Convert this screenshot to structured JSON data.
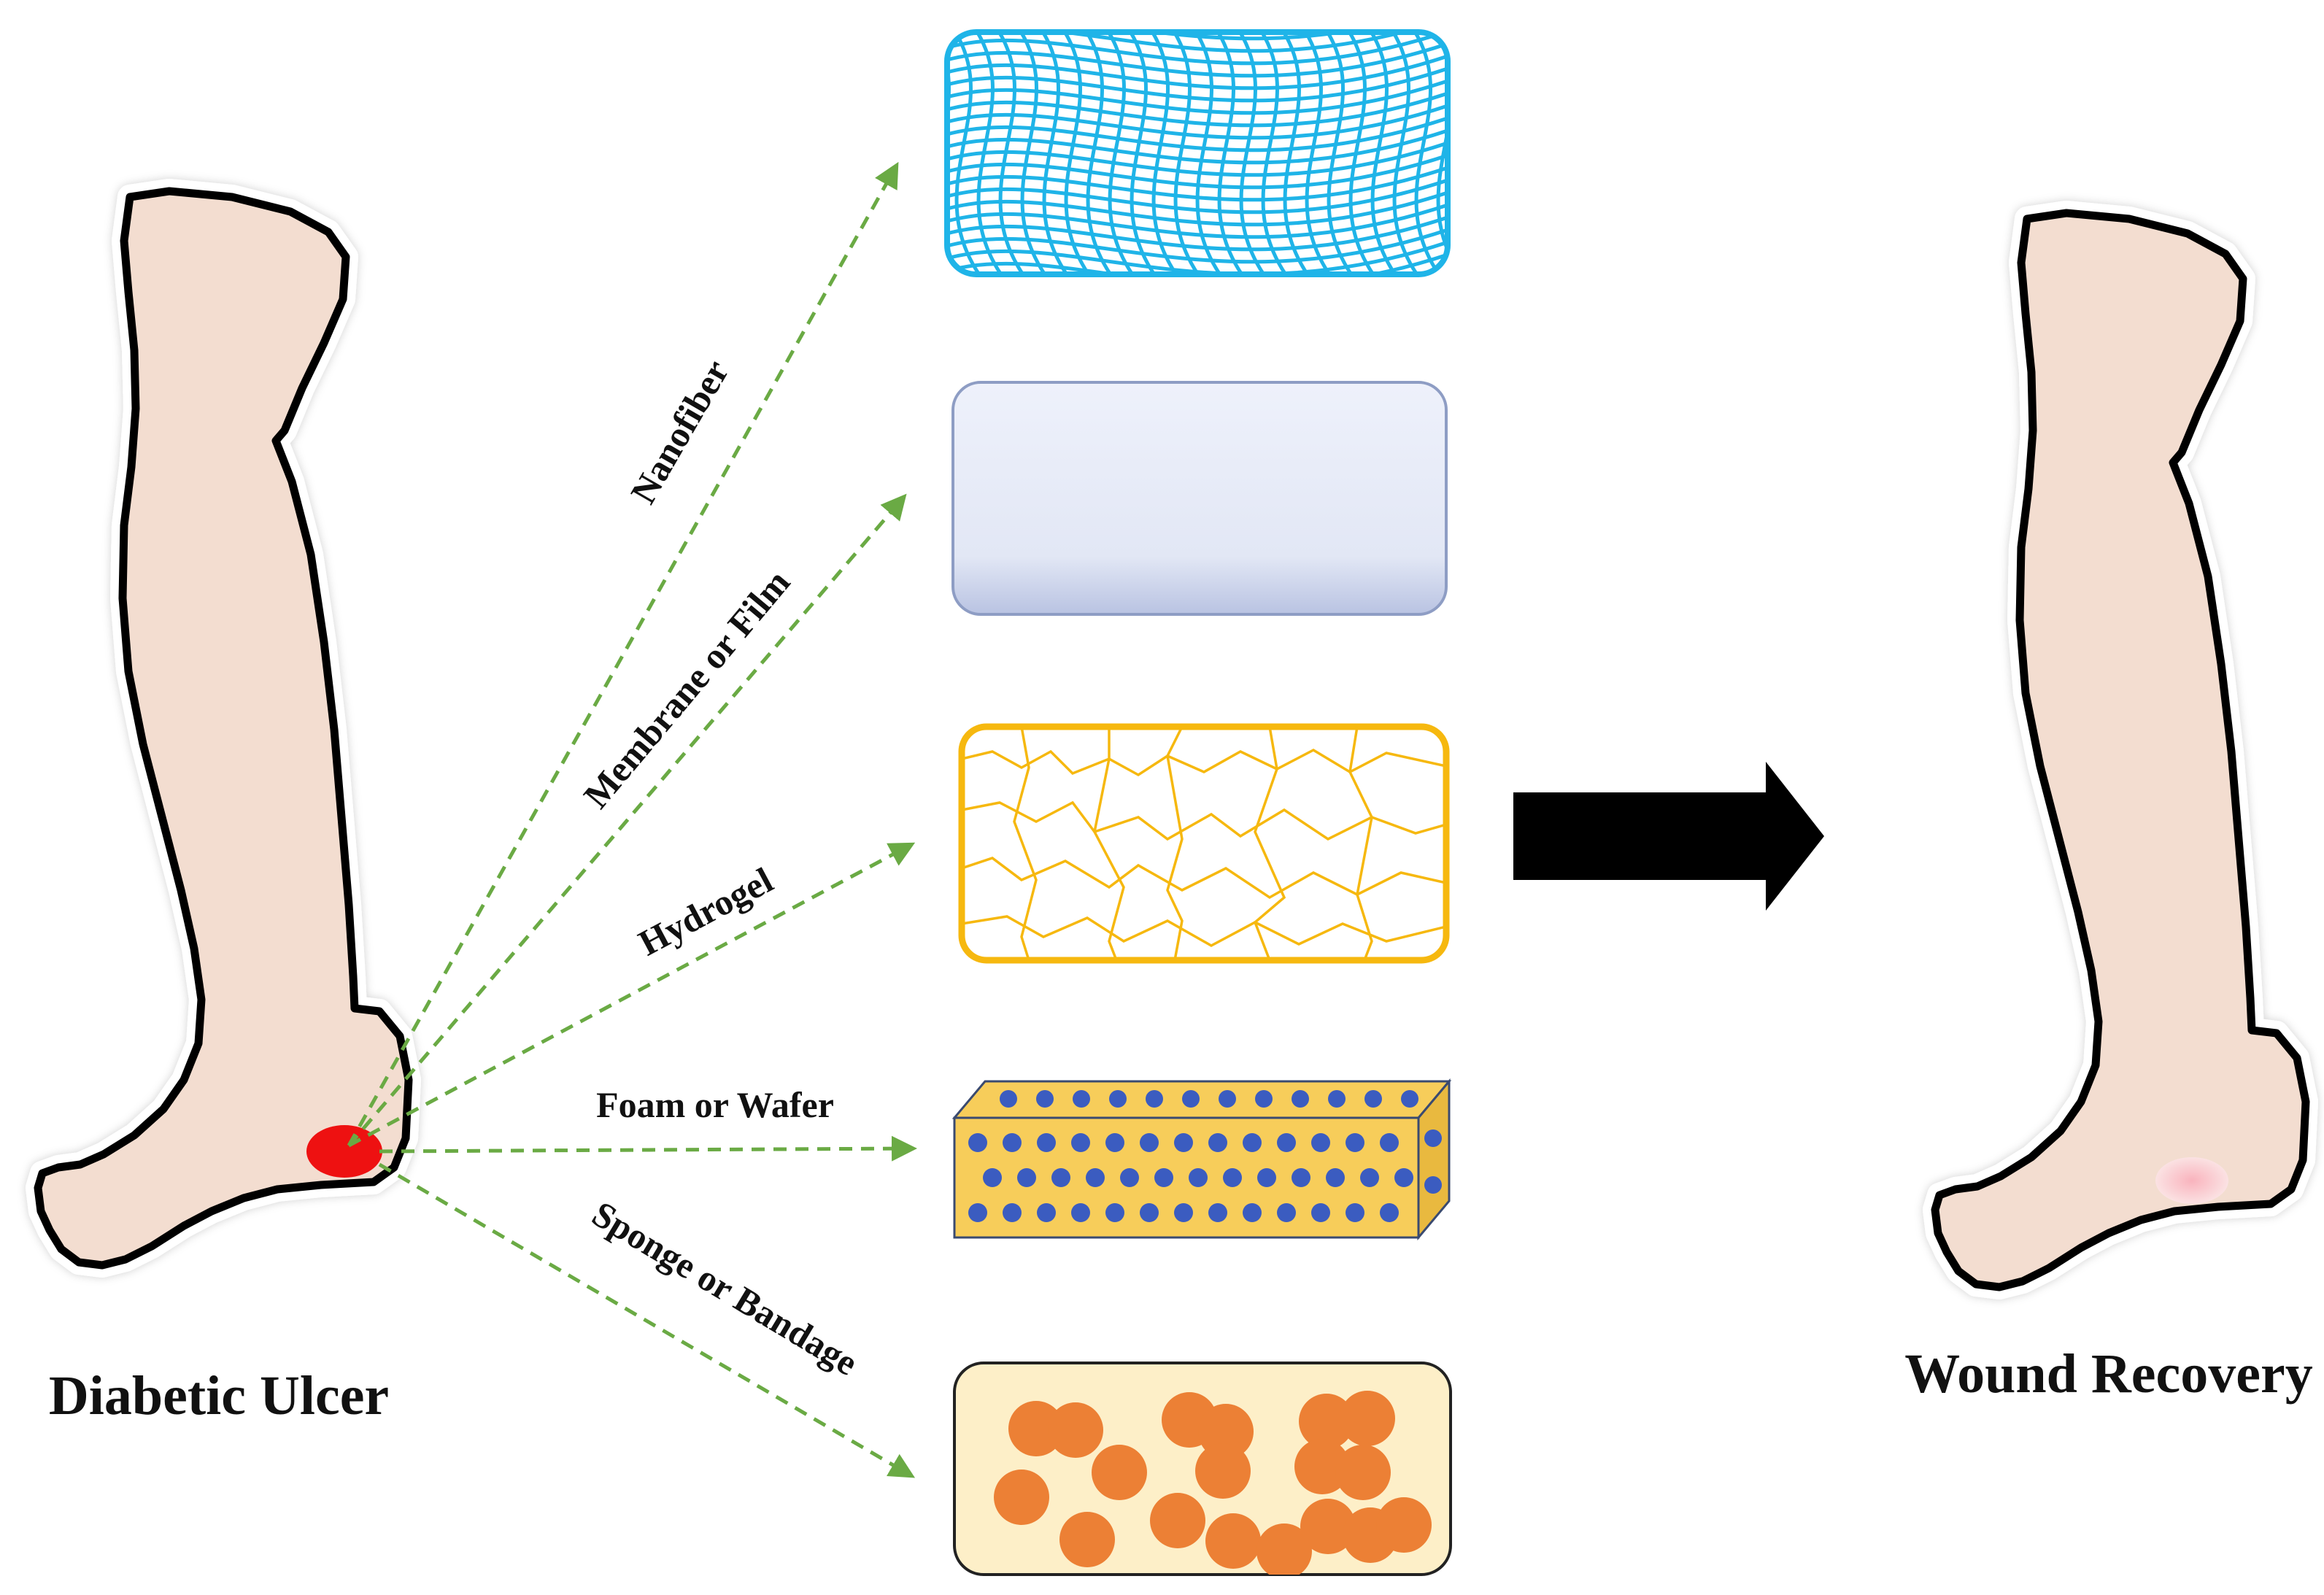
{
  "left_caption": "Diabetic Ulcer",
  "right_caption": "Wound Recovery",
  "dressings": [
    {
      "label": "Nanofiber"
    },
    {
      "label": "Membrane or Film"
    },
    {
      "label": "Hydrogel"
    },
    {
      "label": "Foam or Wafer"
    },
    {
      "label": "Sponge or Bandage"
    }
  ],
  "colors": {
    "skin": "#f3ddd0",
    "outline": "#000000",
    "ulcer": "#ee1111",
    "healed_spot": "#f7c2c8",
    "arrow_dashed": "#6aaa44",
    "nanofiber": "#1fb4e8",
    "film_fill": "#e2e7f5",
    "film_edge": "#8e9dc4",
    "hydrogel": "#f6b80f",
    "foam_fill": "#f7cd5a",
    "foam_dot": "#3b5cc0",
    "sponge_fill": "#fdefc8",
    "sponge_ball": "#ec8035",
    "big_arrow": "#000000"
  },
  "icons": {
    "left_leg": "leg-with-ulcer-icon",
    "right_leg": "healed-leg-icon",
    "process_arrow": "right-arrow-icon"
  }
}
